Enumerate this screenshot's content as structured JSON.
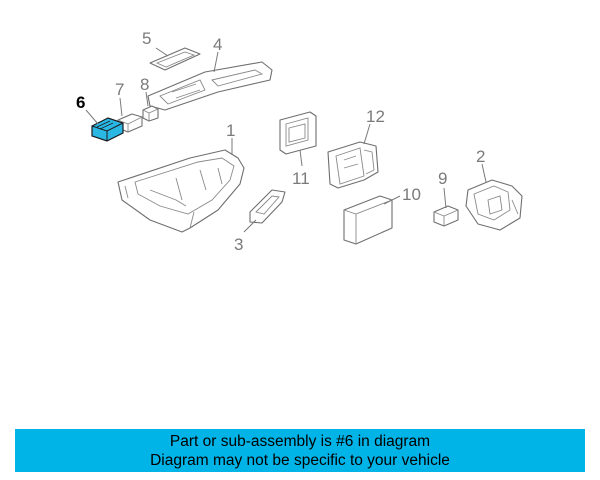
{
  "diagram": {
    "callouts": {
      "c1": "1",
      "c2": "2",
      "c3": "3",
      "c4": "4",
      "c5": "5",
      "c6": "6",
      "c7": "7",
      "c8": "8",
      "c9": "9",
      "c10": "10",
      "c11": "11",
      "c12": "12"
    },
    "highlighted_part": "6",
    "highlight_color": "#2bb7e4"
  },
  "caption": {
    "line1": "Part or sub-assembly is #6 in diagram",
    "line2": "Diagram may not be specific to your vehicle",
    "background": "#00b4e8"
  }
}
